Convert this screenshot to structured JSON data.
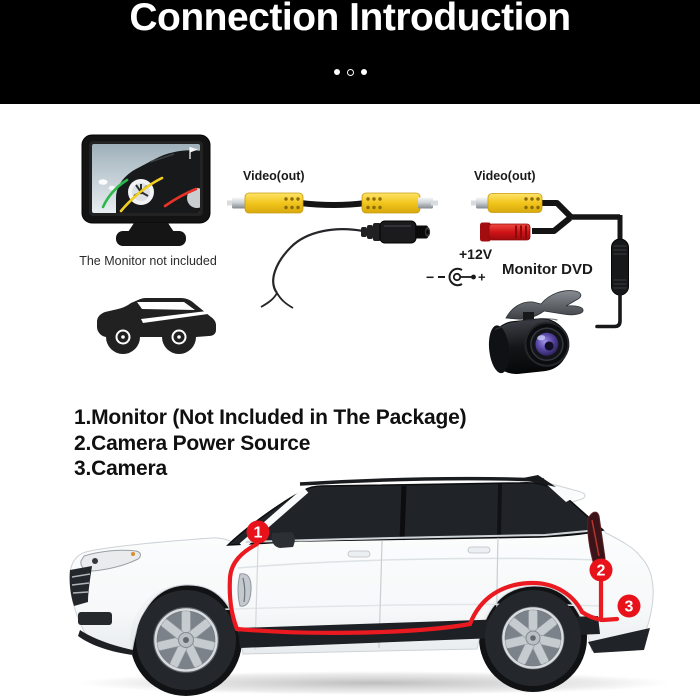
{
  "header": {
    "title": "Connection Introduction",
    "carousel_dots": [
      "filled",
      "hollow",
      "filled"
    ]
  },
  "monitor": {
    "caption": "The Monitor not included"
  },
  "connections": {
    "left_video_label": "Video(out)",
    "right_video_label": "Video(out)",
    "power_voltage_label": "+12V",
    "power_minus_sign": "−",
    "power_plus_sign": "+",
    "monitor_dvd_label": "Monitor DVD"
  },
  "legend": {
    "items": [
      "1.Monitor (Not Included in The Package)",
      "2.Camera Power Source",
      "3.Camera"
    ]
  },
  "car_markers": [
    {
      "number": "1"
    },
    {
      "number": "2"
    },
    {
      "number": "3"
    }
  ],
  "colors": {
    "header_bg": "#000000",
    "rca_yellow": "#f2c51d",
    "power_red": "#d01418",
    "marker_red": "#e8131a",
    "trace_red": "#ea1a20",
    "cable_black": "#161616"
  }
}
